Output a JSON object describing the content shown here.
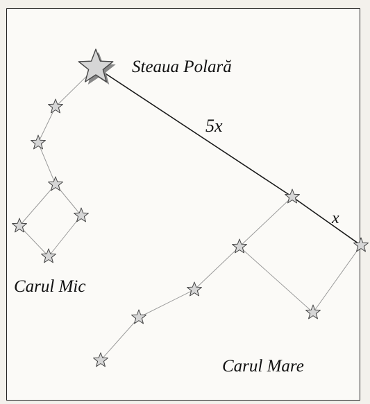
{
  "labels": {
    "north_star": "Steaua Polară",
    "little_dipper": "Carul Mic",
    "big_dipper": "Carul Mare",
    "distance_long": "5x",
    "distance_short": "x"
  },
  "colors": {
    "line": "#9a9a9a",
    "pointer_line": "#1a1a1a",
    "star_fill": "#d6d6d6",
    "star_stroke": "#444444",
    "star_shadow": "#888888"
  },
  "icons": {
    "star": "star-icon"
  }
}
